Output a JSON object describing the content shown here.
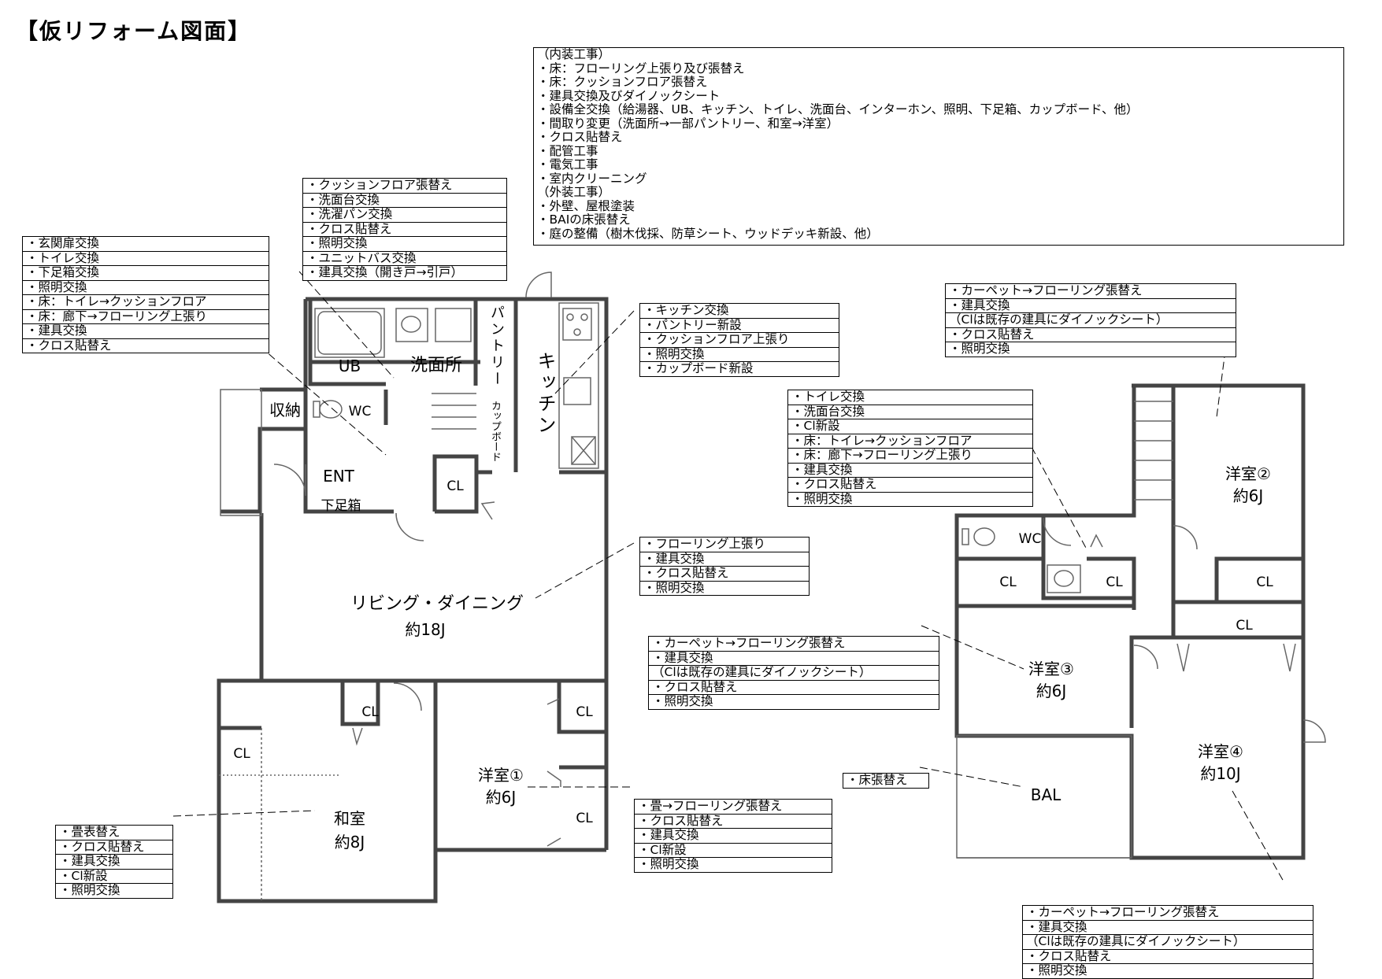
{
  "title": "【仮リフォーム図面】",
  "summary": {
    "items": [
      "（内装工事）",
      "・床：フローリング上張り及び張替え",
      "・床：クッションフロア張替え",
      "・建具交換及びダイノックシート",
      "・設備全交換（給湯器、UB、キッチン、トイレ、洗面台、インターホン、照明、下足箱、カップボード、他）",
      "・間取り変更（洗面所→一部パントリー、和室→洋室）",
      "・クロス貼替え",
      "・配管工事",
      "・電気工事",
      "・室内クリーニング",
      "（外装工事）",
      "・外壁、屋根塗装",
      "・BAIの床張替え",
      "・庭の整備（樹木伐採、防草シート、ウッドデッキ新設、他）"
    ]
  },
  "notes": {
    "entrance": [
      "・玄関扉交換",
      "・トイレ交換",
      "・下足箱交換",
      "・照明交換",
      "・床：トイレ→クッションフロア",
      "・床：廊下→フローリング上張り",
      "・建具交換",
      "・クロス貼替え"
    ],
    "washroom": [
      "・クッションフロア張替え",
      "・洗面台交換",
      "・洗濯パン交換",
      "・クロス貼替え",
      "・照明交換",
      "・ユニットバス交換",
      "・建具交換（開き戸→引戸）"
    ],
    "kitchen": [
      "・キッチン交換",
      "・パントリー新設",
      "・クッションフロア上張り",
      "・照明交換",
      "・カップボード新設"
    ],
    "living": [
      "・フローリング上張り",
      "・建具交換",
      "・クロス貼替え",
      "・照明交換"
    ],
    "washitsu": [
      "・畳表替え",
      "・クロス貼替え",
      "・建具交換",
      "・Cl新設",
      "・照明交換"
    ],
    "youshitsu1": [
      "・畳→フローリング張替え",
      "・クロス貼替え",
      "・建具交換",
      "・Cl新設",
      "・照明交換"
    ],
    "second_wc": [
      "・トイレ交換",
      "・洗面台交換",
      "・Cl新設",
      "・床：トイレ→クッションフロア",
      "・床：廊下→フローリング上張り",
      "・建具交換",
      "・クロス貼替え",
      "・照明交換"
    ],
    "youshitsu2": [
      "・カーペット→フローリング張替え",
      "・建具交換",
      "（Clは既存の建具にダイノックシート）",
      "・クロス貼替え",
      "・照明交換"
    ],
    "youshitsu3": [
      "・カーペット→フローリング張替え",
      "・建具交換",
      "（Clは既存の建具にダイノックシート）",
      "・クロス貼替え",
      "・照明交換"
    ],
    "bal": [
      "・床張替え"
    ],
    "youshitsu4": [
      "・カーペット→フローリング張替え",
      "・建具交換",
      "（Clは既存の建具にダイノックシート）",
      "・クロス貼替え",
      "・照明交換"
    ]
  },
  "rooms": {
    "ub": "UB",
    "senmenjo": "洗面所",
    "pantry": "パントリー",
    "kitchen": "キッチン",
    "cupboard": "カップボード",
    "shuno": "収納",
    "wc1": "WC",
    "ent": "ENT",
    "getabako": "下足箱",
    "cl_ent": "CL",
    "living_name": "リビング・ダイニング",
    "living_size": "約18J",
    "cl_washitsu_top": "CL",
    "cl_washitsu_left": "CL",
    "washitsu_name": "和室",
    "washitsu_size": "約8J",
    "cl_you1_top": "CL",
    "cl_you1_right": "CL",
    "you1_name": "洋室①",
    "you1_size": "約6J",
    "wc2": "WC",
    "cl_2f_a": "CL",
    "cl_2f_b": "CL",
    "cl_2f_c": "CL",
    "cl_2f_d": "CL",
    "you2_name": "洋室②",
    "you2_size": "約6J",
    "you3_name": "洋室③",
    "you3_size": "約6J",
    "you4_name": "洋室④",
    "you4_size": "約10J",
    "bal": "BAL"
  }
}
